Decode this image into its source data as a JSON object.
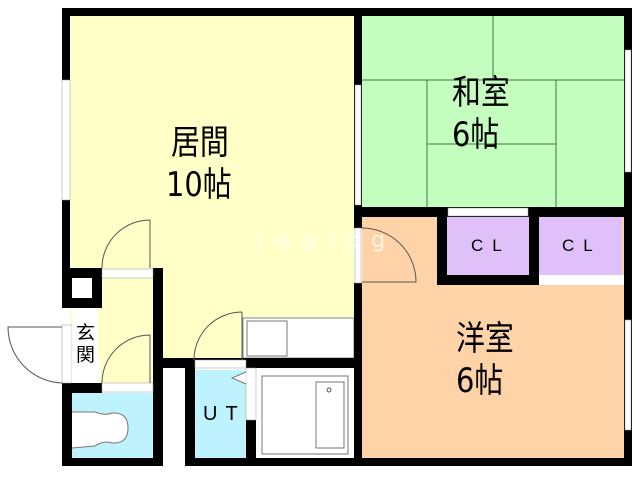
{
  "rooms": {
    "living": {
      "name": "居間",
      "size": "10帖"
    },
    "washitsu": {
      "name": "和室",
      "size": "6帖"
    },
    "youshitsu": {
      "name": "洋室",
      "size": "6帖"
    },
    "closet1": {
      "name": "CL"
    },
    "closet2": {
      "name": "CL"
    },
    "entrance": {
      "name": "玄関"
    },
    "unit_bath": {
      "name": "UT"
    }
  },
  "watermark": "jogjog",
  "colors": {
    "living": "#FFFFC8",
    "washitsu": "#C4FFC0",
    "youshitsu": "#FFD3A8",
    "closet": "#E0C0F8",
    "water": "#BFF2FF",
    "wall": "#000000"
  }
}
